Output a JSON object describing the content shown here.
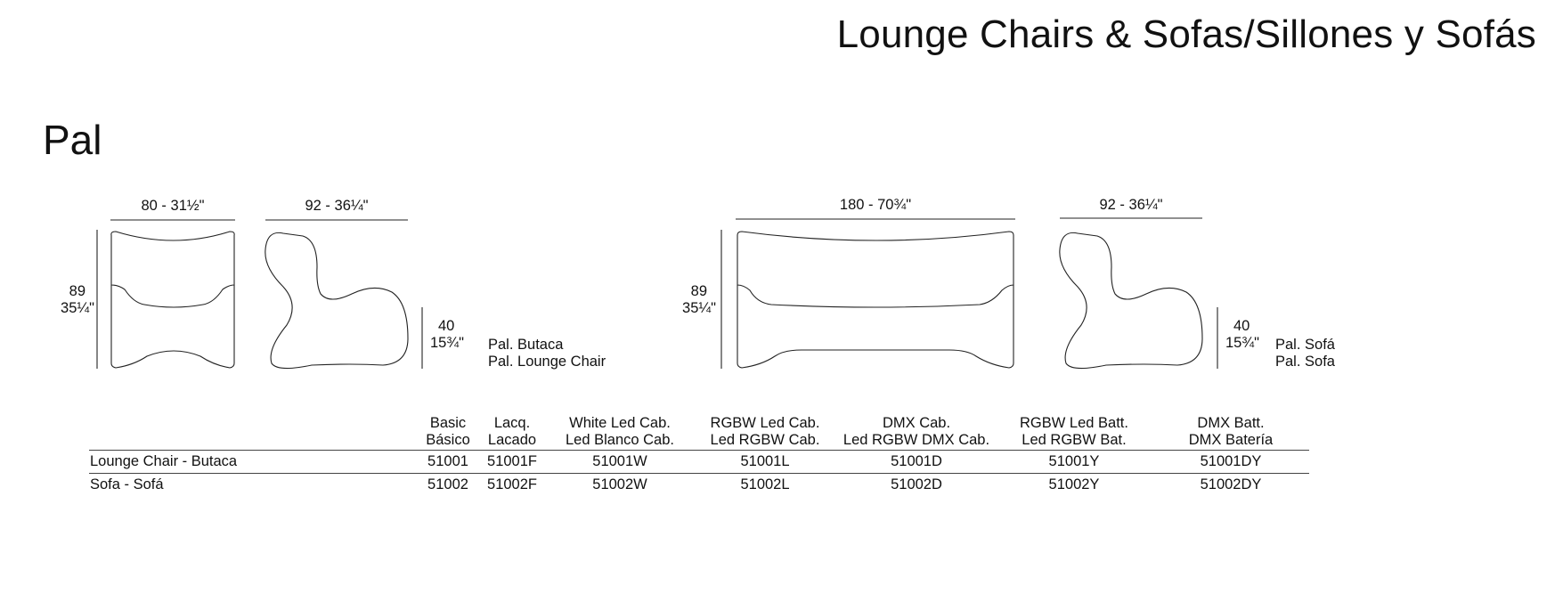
{
  "header": {
    "title": "Lounge Chairs & Sofas/Sillones y Sofás"
  },
  "product": {
    "name": "Pal"
  },
  "drawings": {
    "chair_front": {
      "width": "80 - 31½\"",
      "height_cm": "89",
      "height_in": "35¼\""
    },
    "chair_side": {
      "depth": "92 - 36¼\"",
      "seat_cm": "40",
      "seat_in": "15¾\"",
      "label_es": "Pal. Butaca",
      "label_en": "Pal. Lounge Chair"
    },
    "sofa_front": {
      "width": "180 - 70¾\"",
      "height_cm": "89",
      "height_in": "35¼\""
    },
    "sofa_side": {
      "depth": "92 - 36¼\"",
      "seat_cm": "40",
      "seat_in": "15¾\"",
      "label_es": "Pal. Sofá",
      "label_en": "Pal. Sofa"
    }
  },
  "table": {
    "columns": [
      {
        "line1": "Basic",
        "line2": "Básico"
      },
      {
        "line1": "Lacq.",
        "line2": "Lacado"
      },
      {
        "line1": "White Led Cab.",
        "line2": "Led Blanco Cab."
      },
      {
        "line1": "RGBW Led Cab.",
        "line2": "Led RGBW Cab."
      },
      {
        "line1": "DMX Cab.",
        "line2": "Led RGBW DMX Cab."
      },
      {
        "line1": "RGBW Led Batt.",
        "line2": "Led RGBW Bat."
      },
      {
        "line1": "DMX Batt.",
        "line2": "DMX Batería"
      }
    ],
    "rows": [
      {
        "name": "Lounge Chair - Butaca",
        "codes": [
          "51001",
          "51001F",
          "51001W",
          "51001L",
          "51001D",
          "51001Y",
          "51001DY"
        ]
      },
      {
        "name": "Sofa - Sofá",
        "codes": [
          "51002",
          "51002F",
          "51002W",
          "51002L",
          "51002D",
          "51002Y",
          "51002DY"
        ]
      }
    ]
  }
}
